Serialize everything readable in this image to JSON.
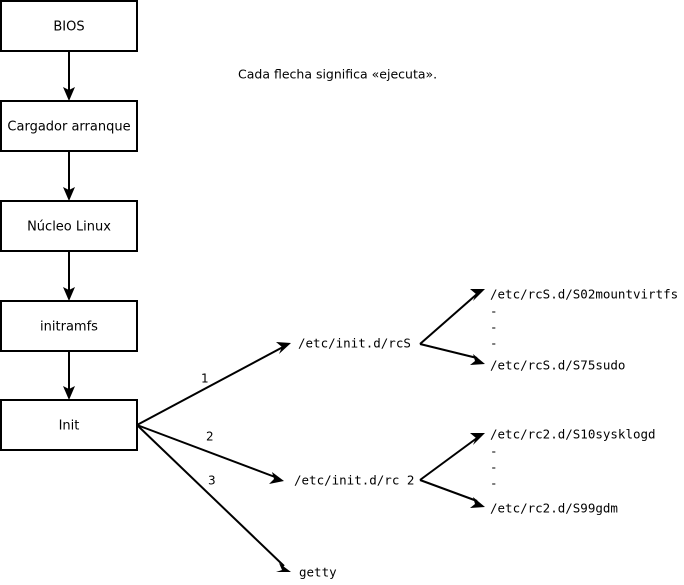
{
  "caption": "Cada flecha significa «ejecuta».",
  "boot_stages": [
    {
      "label": "BIOS"
    },
    {
      "label": "Cargador arranque"
    },
    {
      "label": "Núcleo Linux"
    },
    {
      "label": "initramfs"
    },
    {
      "label": "Init"
    }
  ],
  "init_branches": [
    {
      "number": "1",
      "label": "/etc/init.d/rcS"
    },
    {
      "number": "2",
      "label": "/etc/init.d/rc 2"
    },
    {
      "number": "3",
      "label": "getty"
    }
  ],
  "rcs_scripts": {
    "first": "/etc/rcS.d/S02mountvirtfs",
    "last": "/etc/rcS.d/S75sudo",
    "ellipsis": [
      "-",
      "-",
      "-"
    ]
  },
  "rc2_scripts": {
    "first": "/etc/rc2.d/S10sysklogd",
    "last": "/etc/rc2.d/S99gdm",
    "ellipsis": [
      "-",
      "-",
      "-"
    ]
  },
  "colors": {
    "stroke": "#000000",
    "background": "#ffffff",
    "text": "#000000"
  }
}
